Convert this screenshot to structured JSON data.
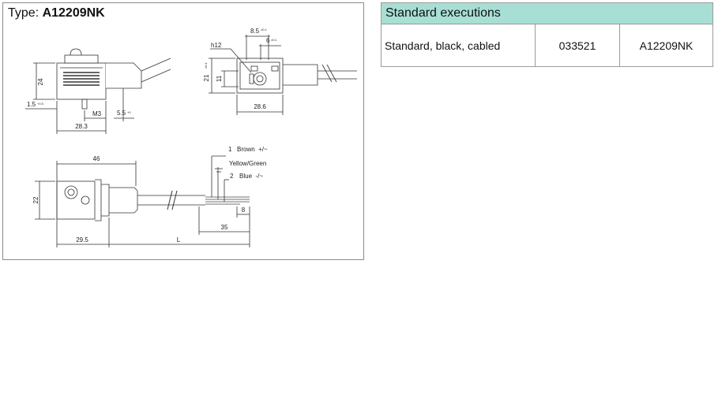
{
  "drawing": {
    "type_prefix": "Type: ",
    "type_code": "A12209NK",
    "dims": {
      "d24": "24",
      "d1_5": "1.5",
      "d1_5_tol": "+0.5",
      "dm3": "M3",
      "d5_5": "5.5",
      "d5_5_tol": "+0",
      "d28_3": "28.3",
      "d8_5": "8.5",
      "d8_5_tol": "±0.1",
      "d6": "6",
      "d6_tol": "±0.1",
      "dh12": "h12",
      "d21": "21",
      "d21_tol": "±0.1",
      "d11": "11",
      "d28_6": "28.6",
      "d46": "46",
      "d22": "22",
      "d29_5": "29.5",
      "dL": "L",
      "d35": "35",
      "d8": "8"
    },
    "wires": {
      "w1_num": "1",
      "w1_label": "Brown  +/~",
      "earth_label": "Yellow/Green",
      "w2_num": "2",
      "w2_label": "Blue  -/~"
    }
  },
  "table": {
    "header": "Standard executions",
    "rows": [
      {
        "description": "Standard, black, cabled",
        "code": "033521",
        "type": "A12209NK"
      }
    ]
  }
}
